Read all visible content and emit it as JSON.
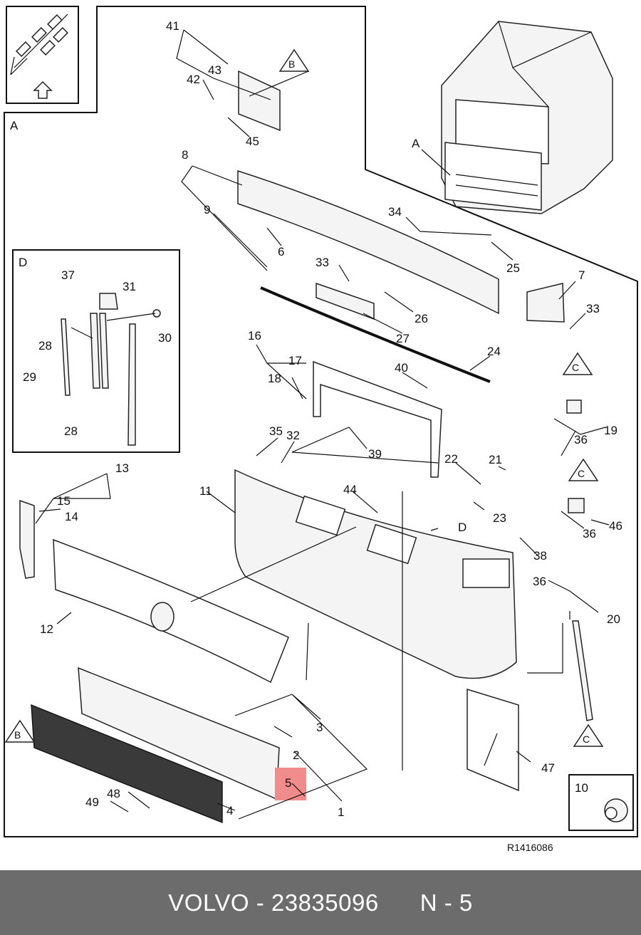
{
  "diagram": {
    "drawing_ref": "R1416086",
    "view_labels": {
      "A": "A",
      "B": "B",
      "C": "C",
      "D": "D"
    },
    "parts": [
      "1",
      "2",
      "3",
      "4",
      "5",
      "6",
      "7",
      "8",
      "9",
      "10",
      "11",
      "12",
      "13",
      "14",
      "15",
      "16",
      "17",
      "18",
      "19",
      "20",
      "21",
      "22",
      "23",
      "24",
      "25",
      "26",
      "27",
      "28",
      "29",
      "30",
      "31",
      "32",
      "33",
      "34",
      "35",
      "36",
      "37",
      "38",
      "39",
      "40",
      "41",
      "42",
      "43",
      "44",
      "45",
      "46",
      "47",
      "48",
      "49"
    ],
    "highlighted_part": "5",
    "highlight_color": "#f08c8c"
  },
  "footer": {
    "brand": "VOLVO",
    "separator": " - ",
    "part_number": "23835096",
    "position_label": "N - 5",
    "background": "#6c6c6c"
  }
}
